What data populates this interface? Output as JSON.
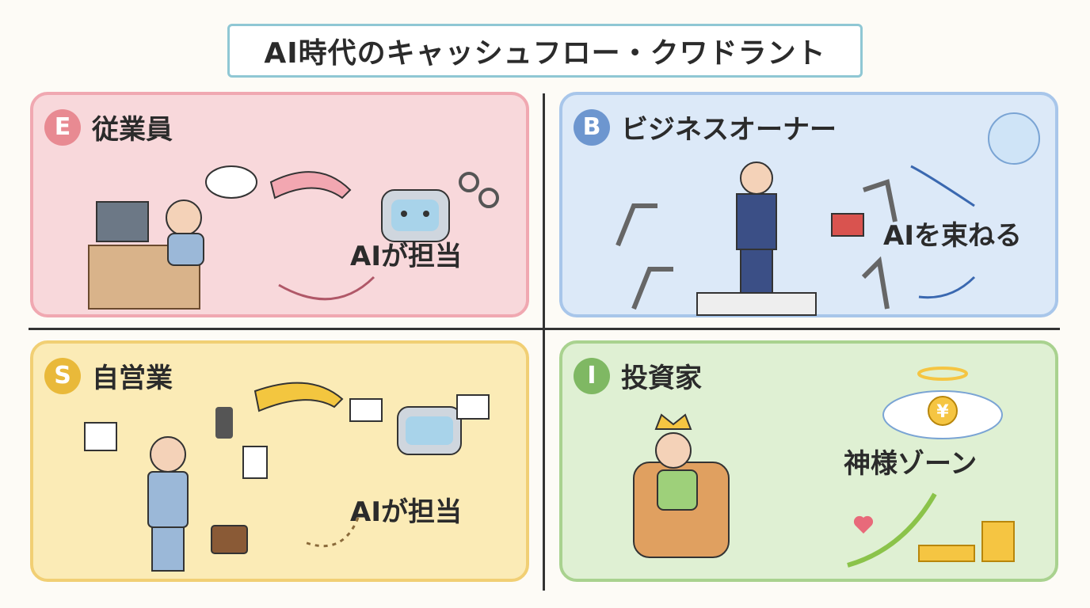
{
  "title": "AI時代のキャッシュフロー・クワドラント",
  "colors": {
    "e": "#e88a92",
    "b": "#6d96cf",
    "s": "#e9b93a",
    "i": "#7fb863",
    "frame": "#8fc7d4"
  },
  "quadrants": {
    "e": {
      "letter": "E",
      "title": "従業員",
      "caption": "AIが担当"
    },
    "b": {
      "letter": "B",
      "title": "ビジネスオーナー",
      "caption": "AIを束ねる"
    },
    "s": {
      "letter": "S",
      "title": "自営業",
      "caption": "AIが担当"
    },
    "i": {
      "letter": "I",
      "title": "投資家",
      "caption": "神様ゾーン",
      "coin_symbol": "¥"
    }
  }
}
